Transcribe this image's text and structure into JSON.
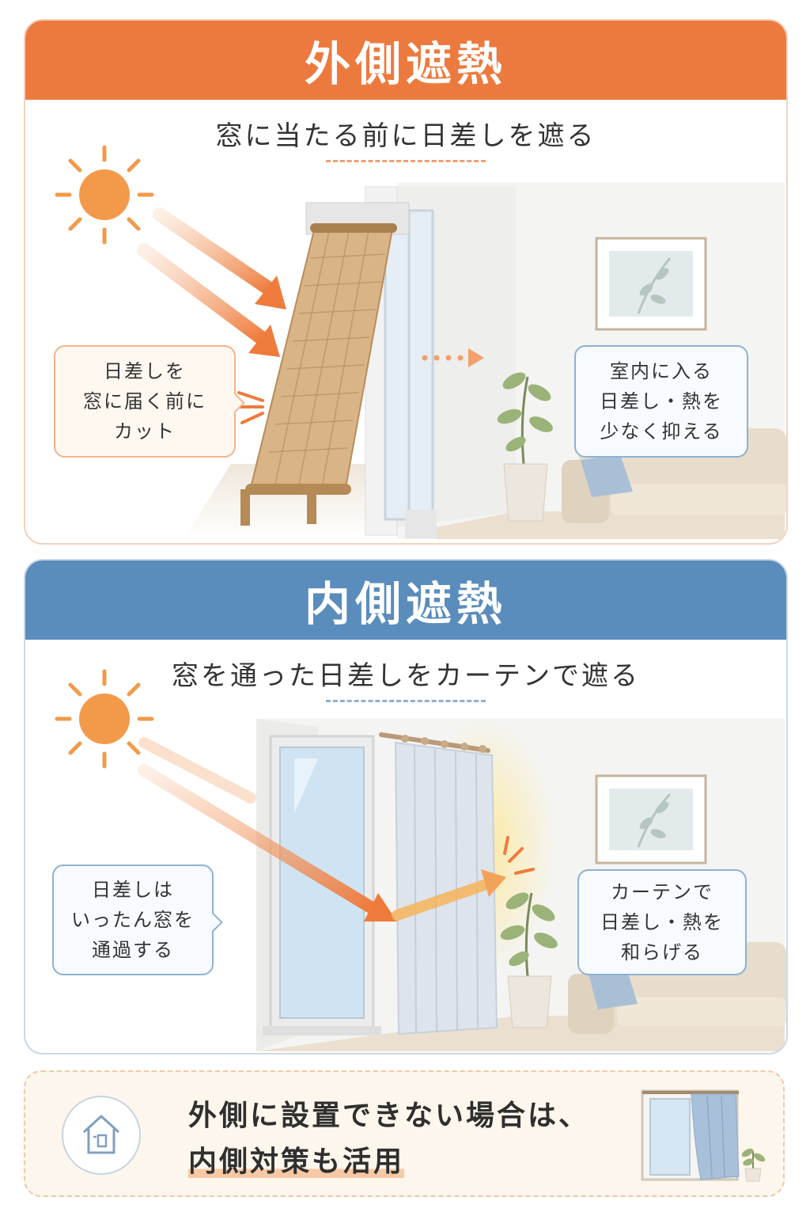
{
  "outer": {
    "title": "外側遮熱",
    "subtitle": "窓に当たる前に日差しを遮る",
    "bubble_left": "日差しを\n窓に届く前に\nカット",
    "bubble_right": "室内に入る\n日差し・熱を\n少なく抑える"
  },
  "inner": {
    "title": "内側遮熱",
    "subtitle": "窓を通った日差しをカーテンで遮る",
    "bubble_left": "日差しは\nいったん窓を\n通過する",
    "bubble_right": "カーテンで\n日差し・熱を\n和らげる"
  },
  "footer": {
    "line1": "外側に設置できない場合は、",
    "line2": "内側対策も活用"
  },
  "colors": {
    "orange": "#ec7a3f",
    "blue": "#5a8cbc",
    "sun": "#f39a4a"
  },
  "icons": [
    "sun-icon",
    "house-icon",
    "bamboo-blind",
    "curtain",
    "plant",
    "sofa",
    "picture-frame"
  ]
}
